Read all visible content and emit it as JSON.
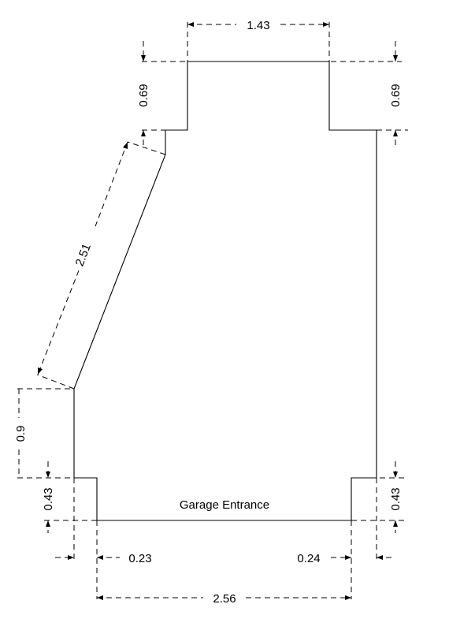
{
  "plan": {
    "room_label": "Garage Entrance",
    "dimensions": {
      "top_width": "1.43",
      "top_left_height": "0.69",
      "top_right_height": "0.69",
      "slanted_wall": "2.51",
      "left_offset_height": "0.9",
      "bottom_left_height": "0.43",
      "bottom_right_height": "0.43",
      "bottom_left_offset": "0.23",
      "bottom_right_offset": "0.24",
      "bottom_width": "2.56"
    }
  }
}
